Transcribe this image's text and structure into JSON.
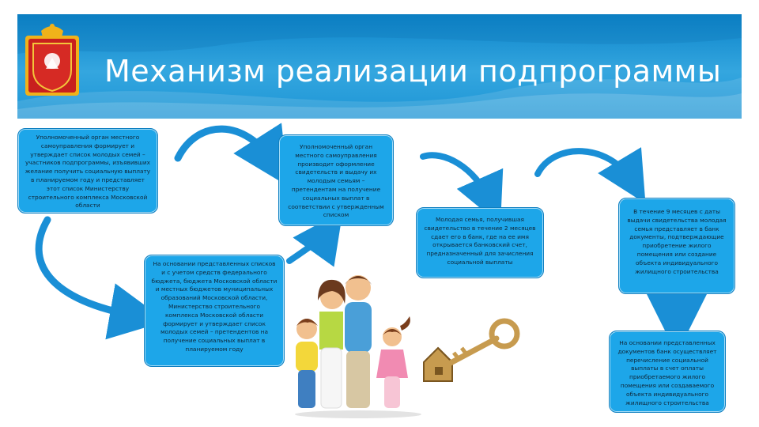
{
  "slide": {
    "title": "Механизм реализации подпрограммы",
    "colors": {
      "header_blue": "#1d95d5",
      "box_blue": "#1da6e9",
      "box_border": "#0f7fc0",
      "arrow_blue": "#1a8fd6",
      "emblem_red": "#c8201e"
    }
  },
  "steps": {
    "step1": "Уполномоченный орган местного самоуправления формирует и утверждает список молодых семей – участников подпрограммы, изъявивших желание получить социальную выплату в планируемом году и представляет этот список Министерству строительного комплекса Московской области",
    "step2": "Уполномоченный орган местного самоуправления производит оформление свидетельств и выдачу их молодым семьям – претендентам на получение социальных выплат в соответствии с утвержденным списком",
    "step3": "На основании представленных списков и с учетом средств федерального бюджета, бюджета Московской области и местных бюджетов муниципальных образований Московской области, Министерство строительного комплекса Московской области формирует и утверждает список молодых семей – претендентов на получение социальных выплат в планируемом году",
    "step4": "Молодая семья, получившая свидетельство в течение 2 месяцев сдает его в банк, где на ее имя открывается банковский счет, предназначенный для зачисления социальной выплаты",
    "step5": "В течение 9 месяцев с даты выдачи свидетельства молодая семья представляет в банк документы, подтверждающие приобретение жилого помещения или создание объекта индивидуального жилищного строительства",
    "step6": "На основании представленных документов банк осуществляет перечисление социальной выплаты в счет оплаты приобретаемого жилого помещения или создаваемого объекта индивидуального жилищного строительства"
  },
  "icons": {
    "emblem": "moscow-oblast-coat-of-arms",
    "family": "family-illustration",
    "key": "house-key-illustration"
  }
}
